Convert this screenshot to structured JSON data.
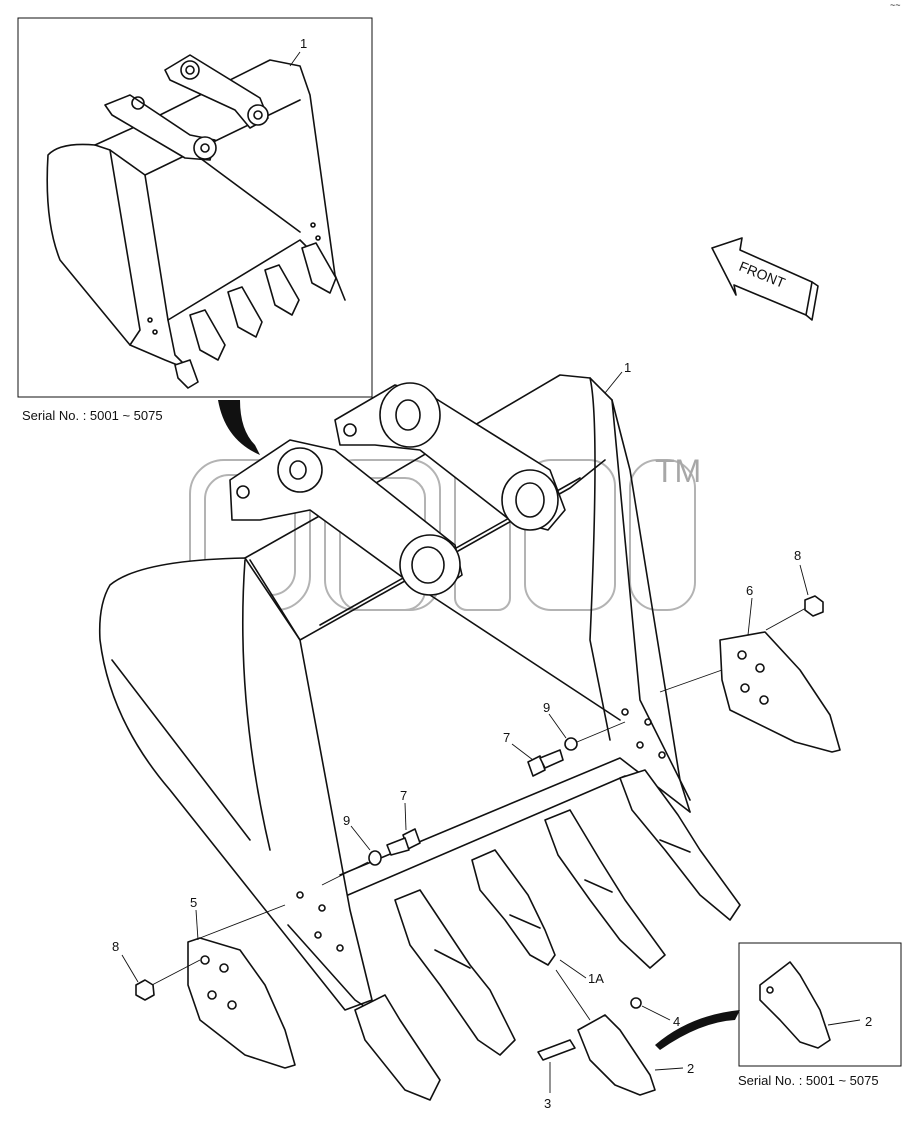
{
  "corner_mark": "~~",
  "inset_top": {
    "caption": "Serial No. : 5001 ~ 5075",
    "callouts": [
      "1"
    ]
  },
  "inset_bottom": {
    "caption": "Serial No. : 5001 ~ 5075",
    "callouts": [
      "2"
    ]
  },
  "front_label": "FRONT",
  "watermark": {
    "tm": "TM"
  },
  "callouts": [
    {
      "id": "c-1",
      "label": "1"
    },
    {
      "id": "c-8a",
      "label": "8"
    },
    {
      "id": "c-6",
      "label": "6"
    },
    {
      "id": "c-9a",
      "label": "9"
    },
    {
      "id": "c-7a",
      "label": "7"
    },
    {
      "id": "c-7b",
      "label": "7"
    },
    {
      "id": "c-9b",
      "label": "9"
    },
    {
      "id": "c-5",
      "label": "5"
    },
    {
      "id": "c-8b",
      "label": "8"
    },
    {
      "id": "c-1a",
      "label": "1A"
    },
    {
      "id": "c-4",
      "label": "4"
    },
    {
      "id": "c-2",
      "label": "2"
    },
    {
      "id": "c-3",
      "label": "3"
    }
  ]
}
